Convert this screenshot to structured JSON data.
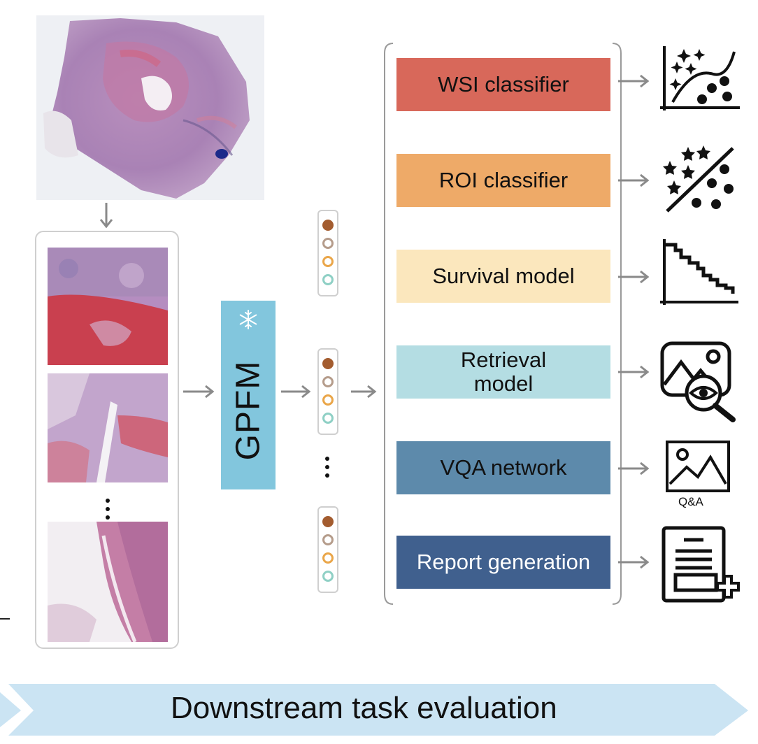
{
  "gpfm": {
    "label": "GPFM"
  },
  "tasks": [
    {
      "label": "WSI classifier",
      "color": "#d8685a",
      "icon": "scatter-classification-icon"
    },
    {
      "label": "ROI classifier",
      "color": "#eeaa68",
      "icon": "star-dot-separation-icon"
    },
    {
      "label": "Survival model",
      "color": "#fbe7bd",
      "icon": "survival-curve-icon"
    },
    {
      "label": "Retrieval model",
      "color": "#b4dde3",
      "icon": "image-search-icon"
    },
    {
      "label": "VQA network",
      "color": "#5d8aab",
      "icon": "image-qa-icon"
    },
    {
      "label": "Report generation",
      "color": "#40608e",
      "icon": "report-add-icon",
      "text_color": "#ffffff"
    }
  ],
  "vqa": {
    "qa_label": "Q&A"
  },
  "banner": {
    "label": "Downstream task evaluation",
    "color": "#cbe4f3"
  },
  "embedding_colors": {
    "filled": "#a35c2f",
    "ring1": "#b59c8b",
    "ring2": "#eaa649",
    "ring3": "#8fd0c5"
  }
}
